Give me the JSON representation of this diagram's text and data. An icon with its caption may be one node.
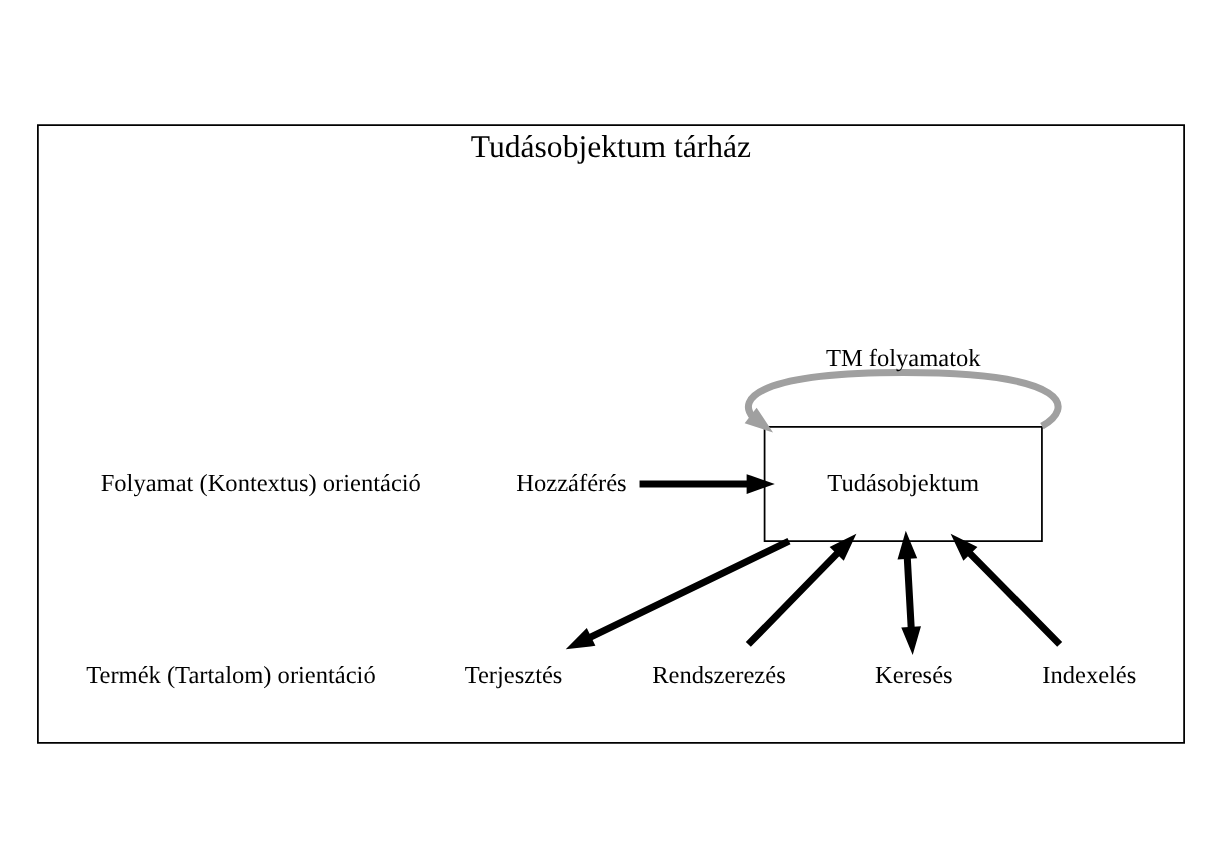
{
  "diagram": {
    "nodes": [
      {
        "text": [
          "Tudásobjektum tárház"
        ]
      },
      {
        "text": [
          "Tudásobjektum"
        ],
        "in": 0
      },
      {
        "text": [
          "Hozzáférés"
        ],
        "in": 0
      },
      {
        "text": [
          "Terjesztés"
        ],
        "in": 0
      },
      {
        "text": [
          "Rendszerezés"
        ],
        "in": 0
      },
      {
        "text": [
          "Keresés"
        ],
        "in": 0
      },
      {
        "text": [
          "Indexelés"
        ],
        "in": 0
      }
    ],
    "edges": [
      {
        "from": 1,
        "to": 1,
        "arrow": "to",
        "label": "TM folyamatok",
        "color": "#a0a0a0"
      },
      {
        "from": 2,
        "to": 1,
        "arrow": "to"
      },
      {
        "from": 1,
        "to": 3,
        "arrow": "to"
      },
      {
        "from": 4,
        "to": 1,
        "arrow": "to"
      },
      {
        "from": 1,
        "to": 5,
        "arrow": "both"
      },
      {
        "from": 6,
        "to": 1,
        "arrow": "to"
      }
    ],
    "labels": [
      "Folyamat (Kontextus) orientáció",
      "Termék (Tartalom) orientáció"
    ]
  }
}
